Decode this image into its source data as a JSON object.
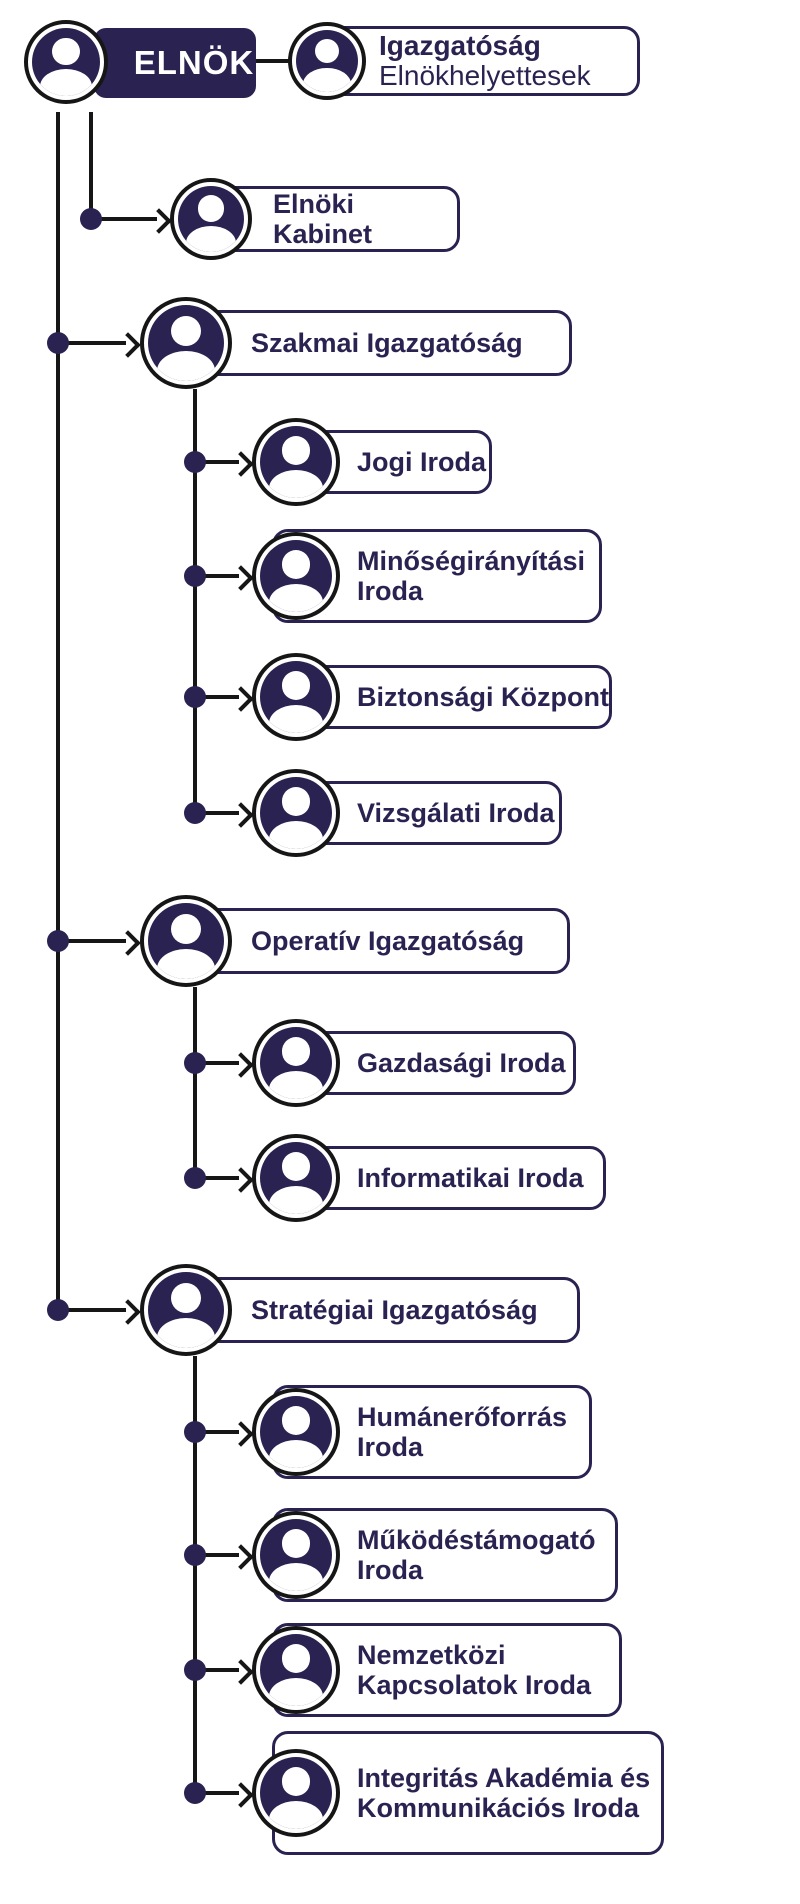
{
  "diagram_type": "org-chart",
  "colors": {
    "navy": "#2a2351",
    "connector_line": "#161616",
    "box_background": "#ffffff",
    "root_box_text": "#ffffff"
  },
  "org": {
    "root": {
      "label": "ELNÖK"
    },
    "deputies": {
      "title": "Igazgatóság",
      "subtitle": "Elnökhelyettesek"
    },
    "branches": [
      {
        "label": "Elnöki Kabinet",
        "children": []
      },
      {
        "label": "Szakmai Igazgatóság",
        "children": [
          "Jogi Iroda",
          "Minőségirányítási Iroda",
          "Biztonsági Központ",
          "Vizsgálati Iroda"
        ]
      },
      {
        "label": "Operatív Igazgatóság",
        "children": [
          "Gazdasági Iroda",
          "Informatikai Iroda"
        ]
      },
      {
        "label": "Stratégiai Igazgatóság",
        "children": [
          "Humánerőforrás Iroda",
          "Működéstámogató Iroda",
          "Nemzetközi Kapcsolatok Iroda",
          "Integritás Akadémia és Kommunikációs Iroda"
        ]
      }
    ]
  }
}
